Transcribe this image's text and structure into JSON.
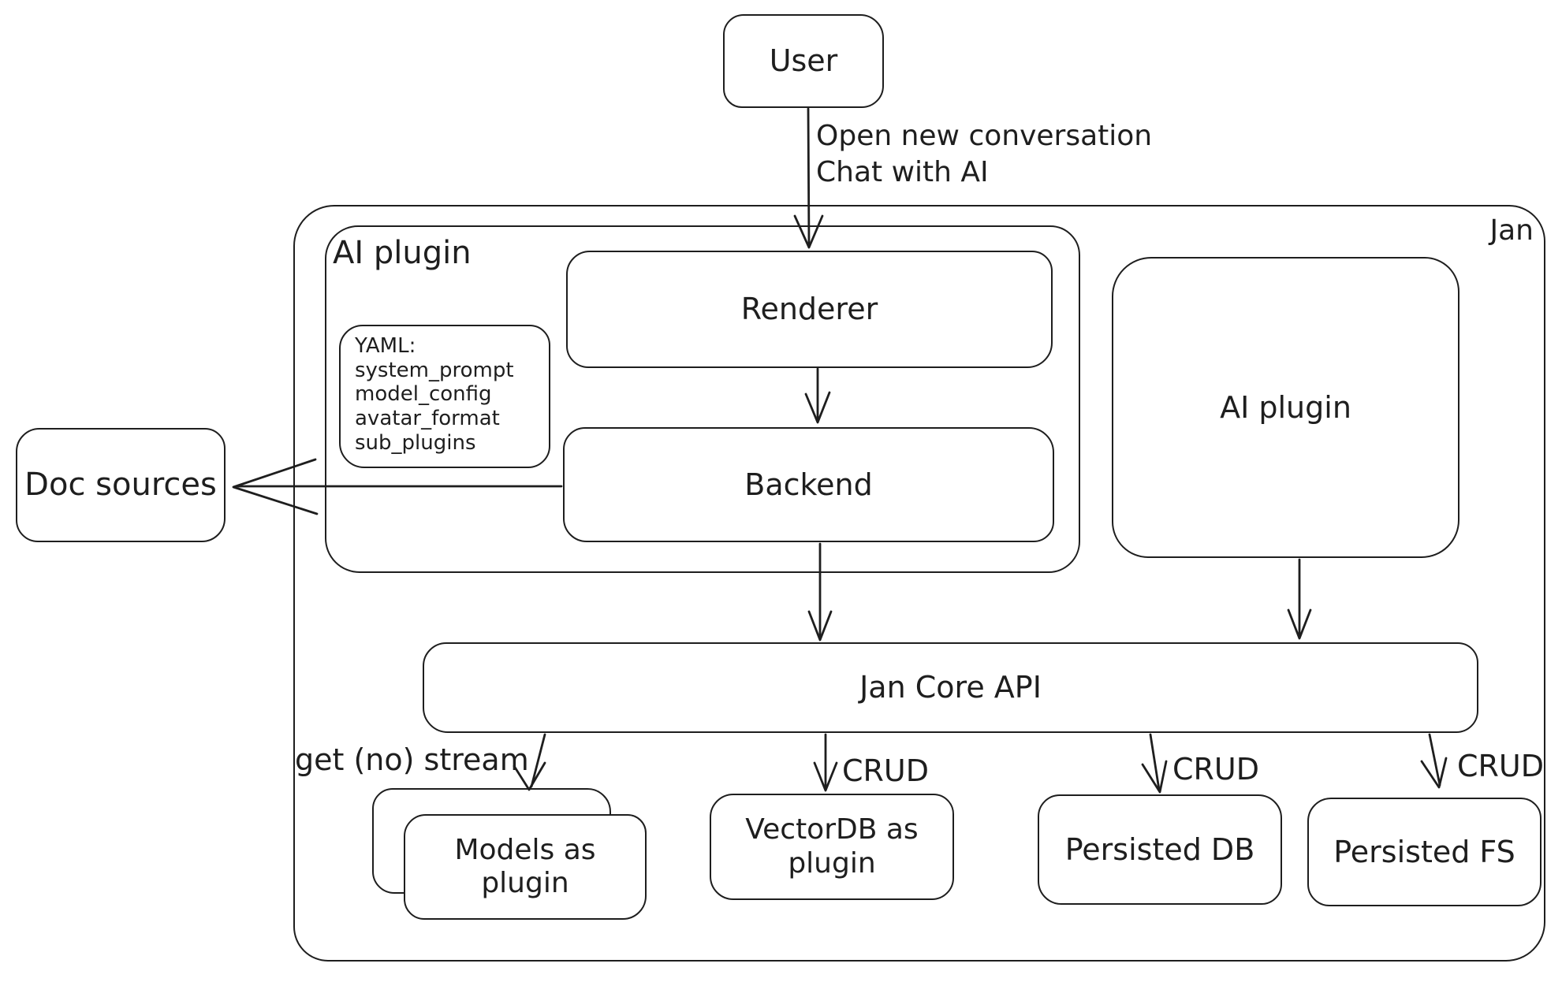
{
  "colors": {
    "stroke": "#1e1e1e",
    "background": "#ffffff"
  },
  "nodes": {
    "user": {
      "label": "User"
    },
    "jan_container": {
      "label": "Jan"
    },
    "ai_plugin_container": {
      "label": "AI plugin"
    },
    "yaml_note": {
      "lines": [
        "YAML:",
        "system_prompt",
        "model_config",
        "avatar_format",
        "sub_plugins"
      ]
    },
    "renderer": {
      "label": "Renderer"
    },
    "backend": {
      "label": "Backend"
    },
    "ai_plugin_box": {
      "label": "AI plugin"
    },
    "doc_sources": {
      "label": "Doc sources"
    },
    "jan_core_api": {
      "label": "Jan Core API"
    },
    "models_as_plugin": {
      "line1": "Models as",
      "line2": "plugin"
    },
    "vectordb_as_plugin": {
      "line1": "VectorDB as",
      "line2": "plugin"
    },
    "persisted_db": {
      "label": "Persisted DB"
    },
    "persisted_fs": {
      "label": "Persisted FS"
    }
  },
  "edges": {
    "user_to_renderer": {
      "line1": "Open new conversation",
      "line2": "Chat with AI"
    },
    "jan_core_to_models": {
      "label": "get (no) stream"
    },
    "jan_core_to_vectordb": {
      "label": "CRUD"
    },
    "jan_core_to_persisted_db": {
      "label": "CRUD"
    },
    "jan_core_to_persisted_fs": {
      "label": "CRUD"
    }
  }
}
